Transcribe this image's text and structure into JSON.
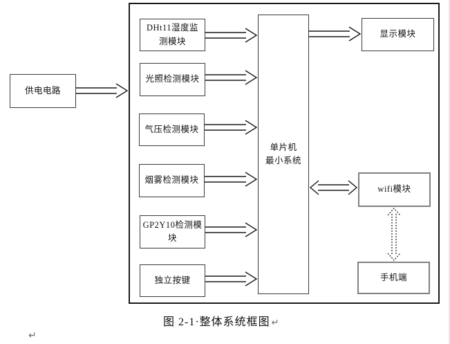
{
  "diagram": {
    "power": {
      "label": "供电电路"
    },
    "left_modules": [
      {
        "label": "DHt11湿度监测模块"
      },
      {
        "label": "光照检测模块"
      },
      {
        "label": "气压检测模块"
      },
      {
        "label": "烟雾检测模块"
      },
      {
        "label": "GP2Y10检测模块"
      },
      {
        "label": "独立按键"
      }
    ],
    "core": {
      "lines": [
        "单片机",
        "最小系统"
      ]
    },
    "right_modules": [
      {
        "label": "显示模块"
      },
      {
        "label": "wifi模块"
      },
      {
        "label": "手机端"
      }
    ],
    "connectors": [
      "power-to-frame",
      "dht11-to-core",
      "light-to-core",
      "pressure-to-core",
      "smoke-to-core",
      "gp2y10-to-core",
      "keys-to-core",
      "core-to-display",
      "core-wifi-bidirectional",
      "wifi-phone-dashed-bidirectional"
    ]
  },
  "caption": {
    "label": "图 2-1·整体系统框图",
    "return_mark": "↵"
  },
  "marks": {
    "bottom_paragraph_mark": "↵"
  },
  "colors": {
    "line": "#1a1a1a",
    "box_border": "#3a3a3a",
    "gray_border": "#808080",
    "mark": "#6b6b6b",
    "background": "#ffffff"
  }
}
